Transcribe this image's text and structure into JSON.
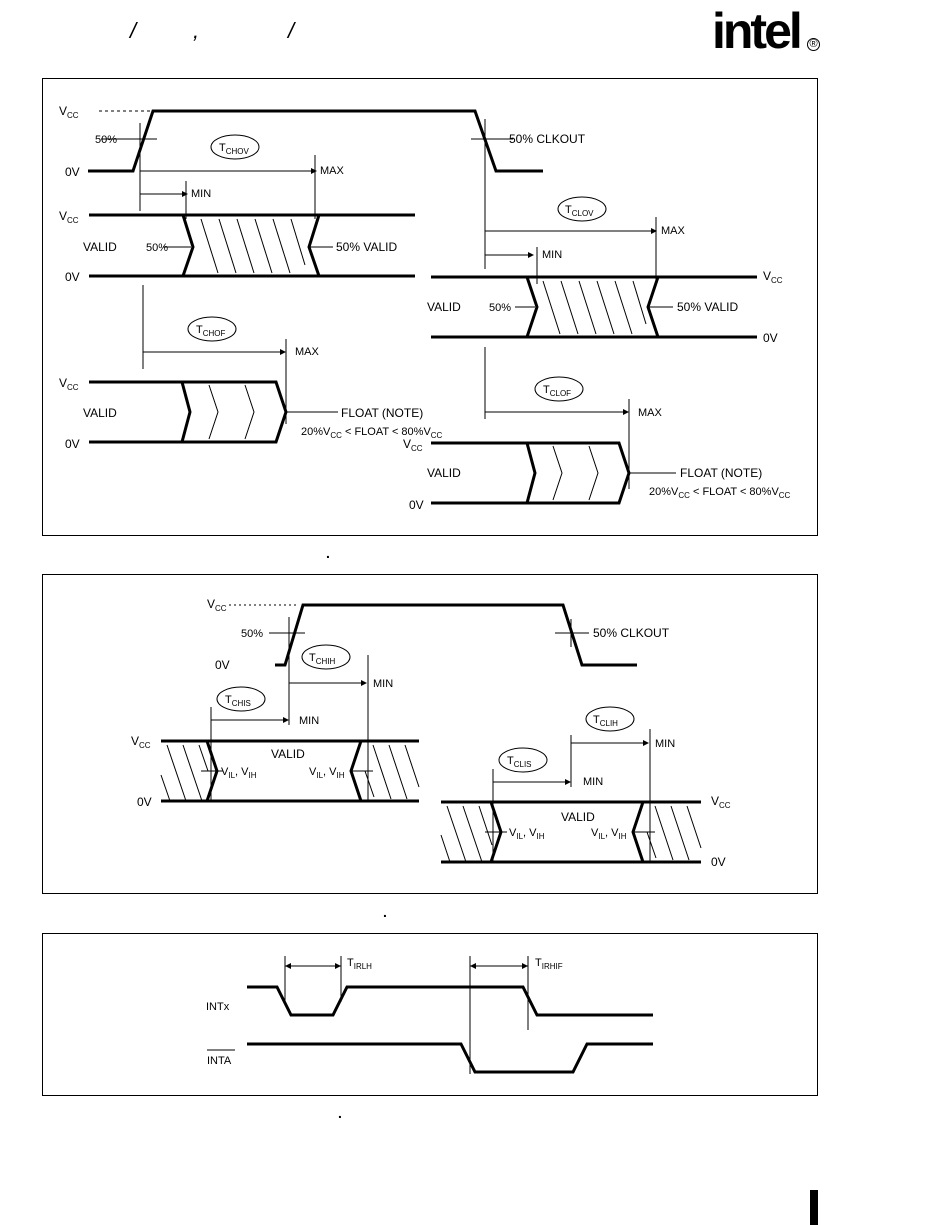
{
  "header": {
    "slash1": "/",
    "comma": ",",
    "slash2": "/",
    "logo_text": "intel",
    "logo_mark": "®"
  },
  "panel1": {
    "vcc": "V",
    "vcc_sub": "CC",
    "zero_v": "0V",
    "pct50": "50%",
    "clkout": "50% CLKOUT",
    "tchov": "T",
    "tchov_sub": "CHOV",
    "tclov": "T",
    "tclov_sub": "CLOV",
    "tchof": "T",
    "tchof_sub": "CHOF",
    "tclof": "T",
    "tclof_sub": "CLOF",
    "max": "MAX",
    "min": "MIN",
    "valid": "VALID",
    "valid_right": "50%  VALID",
    "float_note": "FLOAT (NOTE)",
    "float_range": "20%V",
    "float_range_sub": "CC",
    "float_lt": " < FLOAT < 80%V",
    "float_lt_sub": "CC"
  },
  "panel2": {
    "vcc": "V",
    "vcc_sub": "CC",
    "zero_v": "0V",
    "pct50": "50%",
    "clkout": "50%  CLKOUT",
    "tchih": "T",
    "tchih_sub": "CHIH",
    "tchis": "T",
    "tchis_sub": "CHIS",
    "tclih": "T",
    "tclih_sub": "CLIH",
    "tclis": "T",
    "tclis_sub": "CLIS",
    "min": "MIN",
    "valid": "VALID",
    "vil": "V",
    "vil_sub": "IL",
    "vih": "V",
    "vih_sub": "IH"
  },
  "panel3": {
    "tirlh": "T",
    "tirlh_sub": "IRLH",
    "tirhif": "T",
    "tirhif_sub": "IRHIF",
    "intx": "INTx",
    "inta": "INTA"
  },
  "captions": {
    "cap1": ".",
    "cap2": ".",
    "cap3": "."
  }
}
